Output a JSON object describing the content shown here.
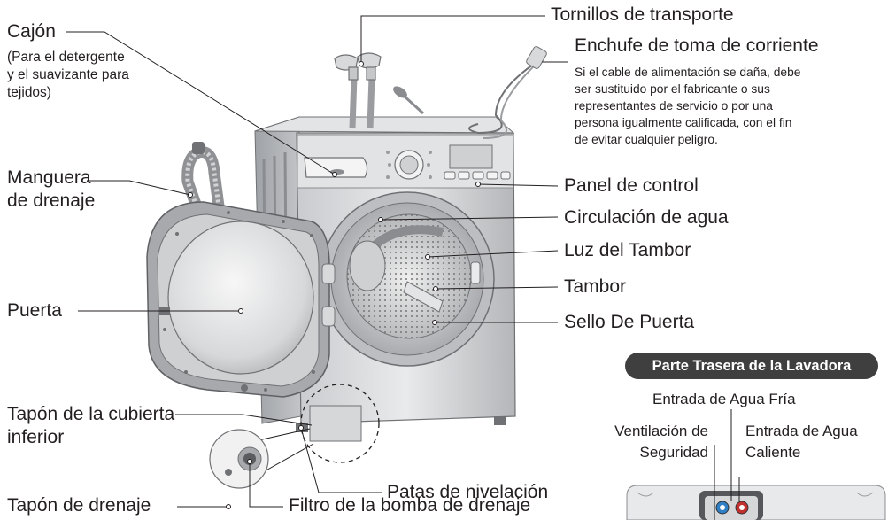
{
  "labels": {
    "cajon": "Cajón",
    "cajon_note": "(Para el detergente\ny el suavizante para\ntejidos)",
    "manguera": "Manguera\nde drenaje",
    "puerta": "Puerta",
    "tapon_cubierta": "Tapón de la cubierta\ninferior",
    "tapon_drenaje": "Tapón de drenaje",
    "filtro": "Filtro de la bomba de drenaje",
    "patas": "Patas de nivelación",
    "tornillos": "Tornillos de transporte",
    "enchufe": "Enchufe de toma de corriente",
    "enchufe_note": "Si el cable de alimentación se daña, debe\nser sustituido por el fabricante o sus\nrepresentantes de servicio o por una\npersona igualmente calificada, con el fin\nde evitar cualquier peligro.",
    "panel": "Panel de control",
    "circulacion": "Circulación de agua",
    "luz": "Luz del Tambor",
    "tambor": "Tambor",
    "sello": "Sello De Puerta"
  },
  "rear": {
    "title": "Parte Trasera de la Lavadora",
    "fria": "Entrada de Agua Fría",
    "ventilacion": "Ventilación de\nSeguridad",
    "caliente": "Entrada de Agua\nCaliente"
  },
  "colors": {
    "text": "#231f20",
    "badge": "#3f3f3f",
    "cold_inlet": "#2e7fc4",
    "hot_inlet": "#c4302e"
  }
}
